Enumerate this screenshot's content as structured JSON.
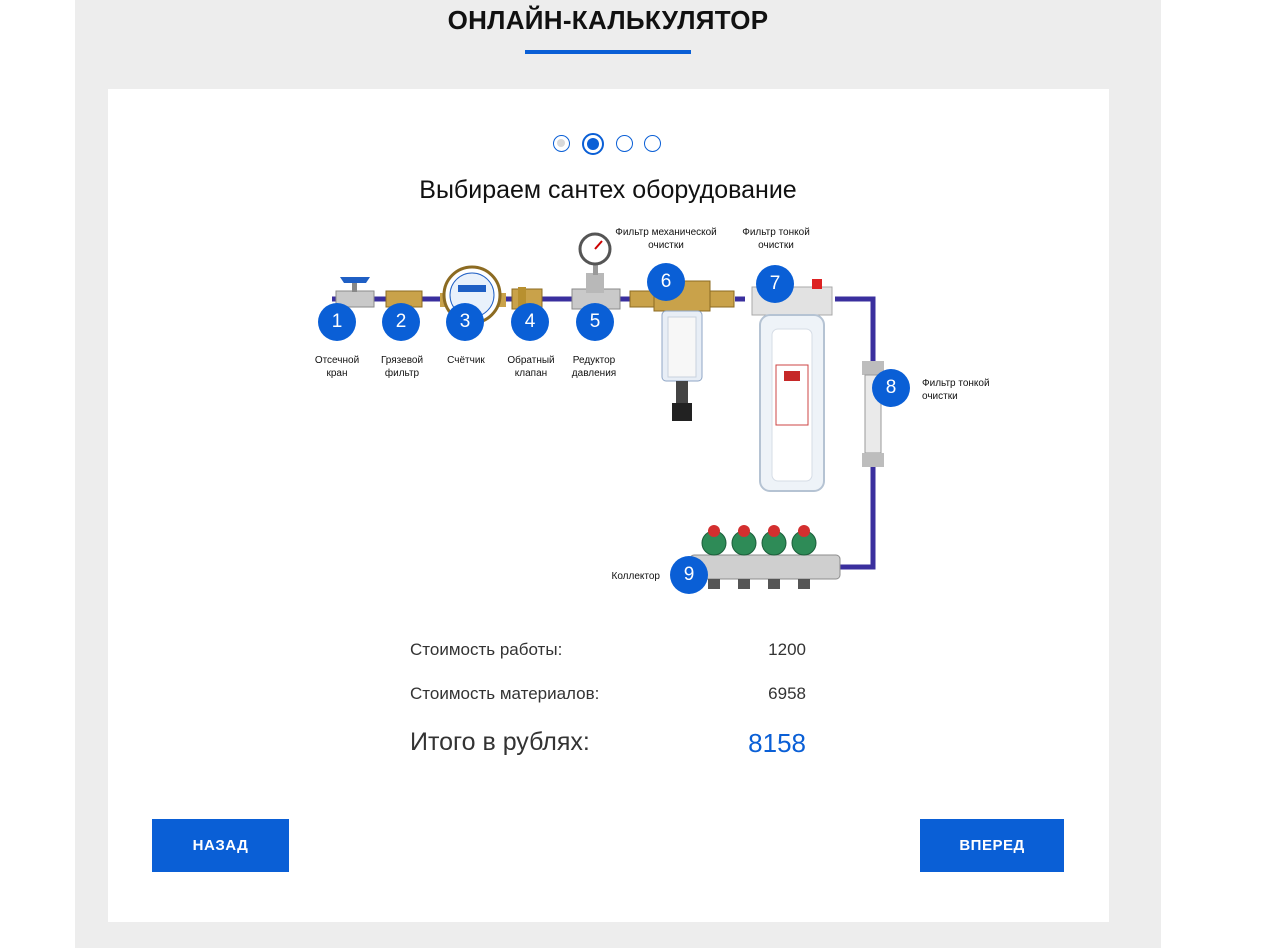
{
  "header": {
    "title": "ОНЛАЙН-КАЛЬКУЛЯТОР"
  },
  "stepper": {
    "current": 2,
    "total": 4
  },
  "step": {
    "title": "Выбираем сантех оборудование"
  },
  "diagram": {
    "items": [
      {
        "num": "1",
        "label": "Отсечной\nкран"
      },
      {
        "num": "2",
        "label": "Грязевой\nфильтр"
      },
      {
        "num": "3",
        "label": "Счётчик"
      },
      {
        "num": "4",
        "label": "Обратный\nклапан"
      },
      {
        "num": "5",
        "label": "Редуктор\nдавления"
      },
      {
        "num": "6",
        "label": "Фильтр механической\nочистки"
      },
      {
        "num": "7",
        "label": "Фильтр тонкой\nочистки"
      },
      {
        "num": "8",
        "label": "Фильтр тонкой\nочистки"
      },
      {
        "num": "9",
        "label": "Коллектор"
      }
    ],
    "colors": {
      "pipe": "#3a2f9e",
      "brass": "#c9a24a",
      "accent": "#0a5fd6"
    }
  },
  "summary": {
    "work_label": "Стоимость работы:",
    "work_value": "1200",
    "materials_label": "Стоимость материалов:",
    "materials_value": "6958",
    "total_label": "Итого в рублях:",
    "total_value": "8158"
  },
  "nav": {
    "back_label": "НАЗАД",
    "next_label": "ВПЕРЕД"
  },
  "colors": {
    "accent": "#0a5fd6",
    "page_bg": "#ededed",
    "card_bg": "#ffffff"
  }
}
